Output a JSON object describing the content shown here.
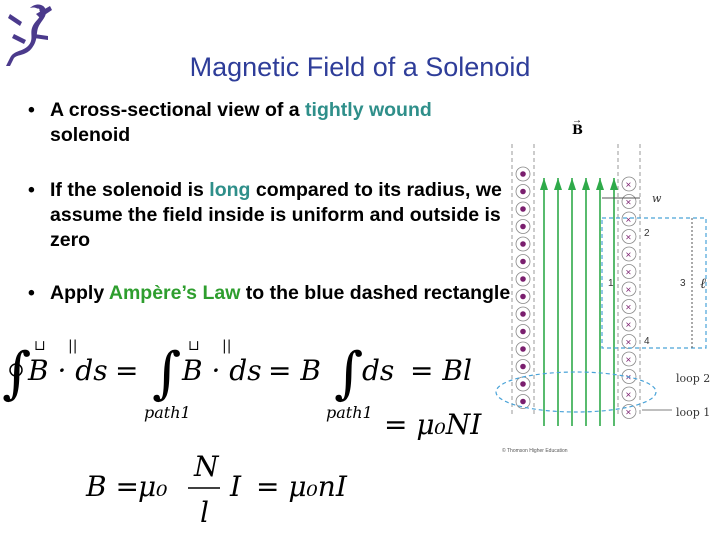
{
  "slide": {
    "title": "Magnetic Field of a Solenoid",
    "bullets": [
      {
        "parts": [
          "A cross-sectional view of a ",
          "tightly wound",
          " solenoid"
        ]
      },
      {
        "parts": [
          "If the solenoid is ",
          "long",
          " compared to its radius, we assume the field inside is uniform and outside is zero"
        ]
      },
      {
        "parts": [
          "Apply ",
          "Ampère’s Law",
          " to the blue dashed rectangle"
        ]
      }
    ],
    "bullet_symbol": "•"
  },
  "equation": {
    "line1": {
      "lhs": "B · ds",
      "eq": "=",
      "mid": "B · ds",
      "eq2": "= B",
      "ds": "ds",
      "rhs": "= Bl",
      "path_sub1": "path1",
      "path_sub2": "path1"
    },
    "line2": {
      "rhs": "= μ₀NI"
    },
    "line3": {
      "lhs": "B =",
      "mu": "μ₀",
      "num": "N",
      "den": "l",
      "I": "I",
      "rhs": "= μ₀nI"
    }
  },
  "figure": {
    "B_label": "B",
    "w_label": "w",
    "label_1": "1",
    "label_2": "2",
    "label_3": "3",
    "label_4": "4",
    "l_label": "ℓ",
    "loop2": "loop 2",
    "loop1": "loop 1",
    "credit": "© Thomson Higher Education",
    "colors": {
      "field_line": "#2faa4a",
      "dot": "#7a1f6e",
      "dashed": "#4aa3d8",
      "dim": "#555555"
    }
  },
  "colors": {
    "title": "#2e3d99",
    "highlight_teal": "#2f8f8a",
    "highlight_green": "#2e9e2e"
  }
}
